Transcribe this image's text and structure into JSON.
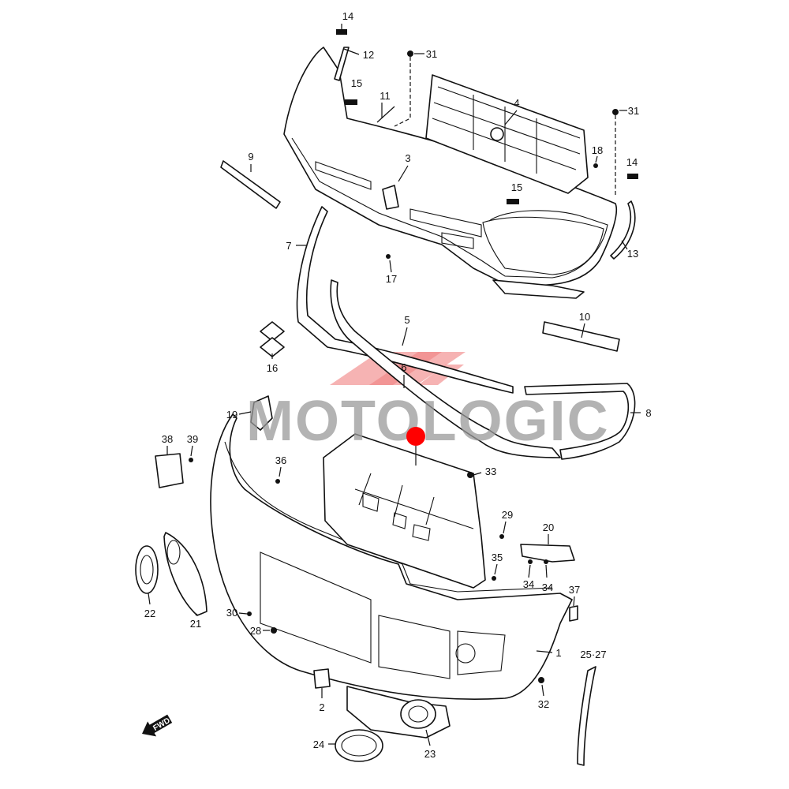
{
  "diagram": {
    "watermark": "MOTOLOGIC",
    "direction_badge": "FWD",
    "highlight_color": "#ff0000",
    "watermark_color": "#9a9a9a",
    "callouts": [
      "14",
      "12",
      "31",
      "15",
      "11",
      "4",
      "31",
      "18",
      "14",
      "3",
      "9",
      "15",
      "7",
      "13",
      "17",
      "5",
      "10",
      "16",
      "6",
      "19",
      "8",
      "38",
      "39",
      "36",
      "33",
      "29",
      "20",
      "35",
      "34",
      "34",
      "37",
      "22",
      "21",
      "30",
      "28",
      "1",
      "25·27",
      "32",
      "2",
      "24",
      "23"
    ]
  }
}
